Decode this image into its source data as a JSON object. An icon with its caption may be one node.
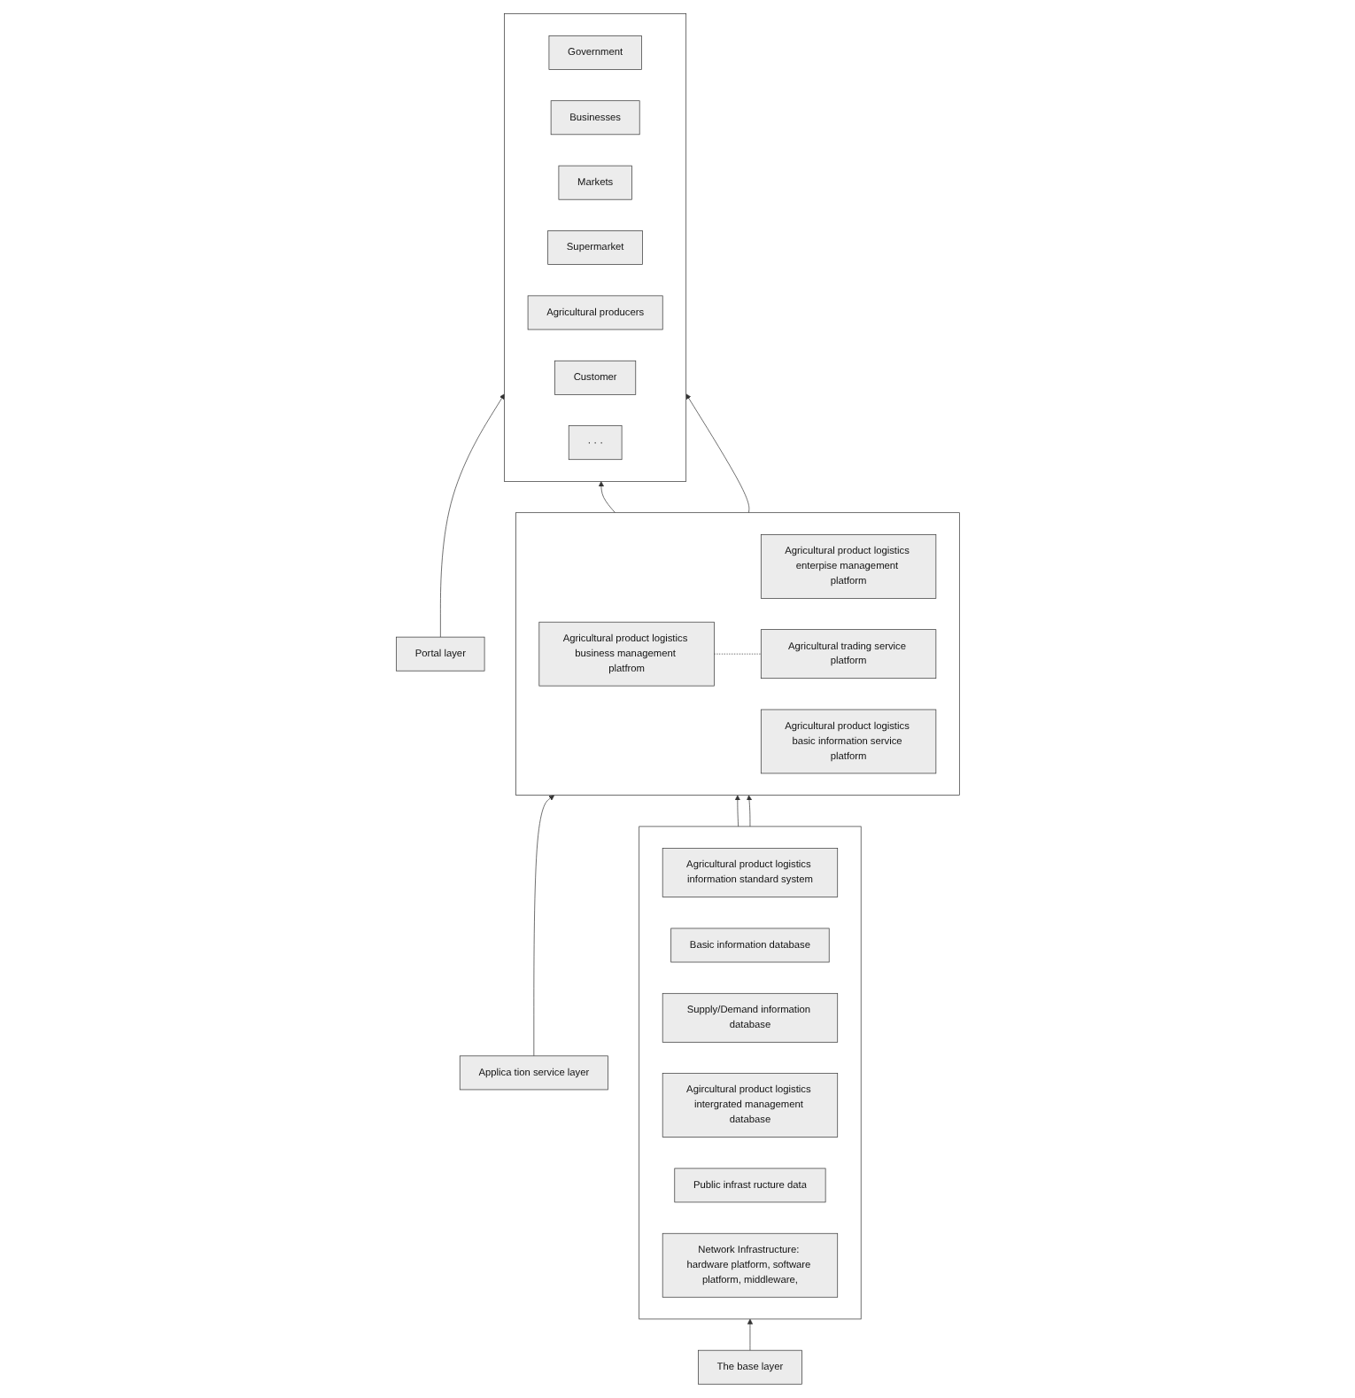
{
  "diagram": {
    "nodes": [
      {
        "text": [
          "Portal layer"
        ]
      },
      {
        "text": [],
        "shape": "box"
      },
      {
        "text": [
          "Government"
        ],
        "in": 1
      },
      {
        "text": [
          "Businesses"
        ],
        "in": 1
      },
      {
        "text": [
          "Markets"
        ],
        "in": 1
      },
      {
        "text": [
          "Supermarket"
        ],
        "in": 1
      },
      {
        "text": [
          "Agricultural producers"
        ],
        "in": 1
      },
      {
        "text": [
          "Customer"
        ],
        "in": 1
      },
      {
        "text": [
          "· · ·"
        ],
        "in": 1
      },
      {
        "text": [
          "Applica tion service layer"
        ]
      },
      {
        "text": [],
        "shape": "box"
      },
      {
        "text": [
          "Agricultural product logistics enterpise management platform"
        ],
        "in": 10
      },
      {
        "text": [
          "Agricultural product logistics business management platfrom"
        ],
        "in": 10
      },
      {
        "text": [
          "Agricultural trading service platform"
        ],
        "in": 10
      },
      {
        "text": [
          "Agricultural product logistics basic information service platform"
        ],
        "in": 10
      },
      {
        "text": [
          "The base layer"
        ]
      },
      {
        "text": [],
        "shape": "box"
      },
      {
        "text": [
          "Agricultural product logistics information standard system"
        ],
        "in": 16
      },
      {
        "text": [
          "Basic information database"
        ],
        "in": 16
      },
      {
        "text": [
          "Supply/Demand information database"
        ],
        "in": 16
      },
      {
        "text": [
          "Agircultural product logistics intergrated management database"
        ],
        "in": 16
      },
      {
        "text": [
          "Public infrast ructure data"
        ],
        "in": 16
      },
      {
        "text": [
          "Network Infrastructure: hardware platform, software platform, middleware,"
        ],
        "in": 16
      }
    ],
    "edges": [
      {
        "from": 0,
        "to": 1,
        "arrow": "to"
      },
      {
        "from": 10,
        "to": 1,
        "arrow": "to"
      },
      {
        "from": 10,
        "to": 1,
        "arrow": "to"
      },
      {
        "from": 9,
        "to": 10,
        "arrow": "to"
      },
      {
        "from": 12,
        "to": 13,
        "arrow": "none",
        "style": "dashed"
      },
      {
        "from": 16,
        "to": 10,
        "arrow": "to"
      },
      {
        "from": 16,
        "to": 10,
        "arrow": "to"
      },
      {
        "from": 15,
        "to": 16,
        "arrow": "to"
      }
    ]
  }
}
